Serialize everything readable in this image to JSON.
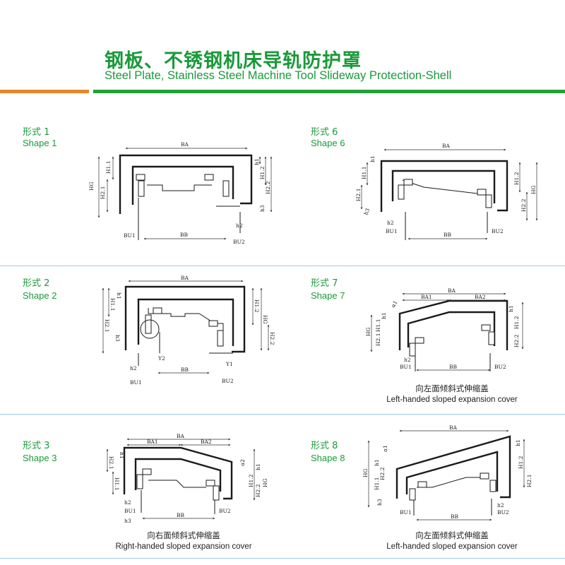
{
  "header": {
    "title_zh": "钢板、不锈钢机床导轨防护罩",
    "title_en": "Steel Plate, Stainless Steel Machine Tool Slideway Protection-Shell"
  },
  "colors": {
    "accent_green": "#22a13a",
    "accent_orange": "#e8862a",
    "divider_blue": "#9ecbea"
  },
  "shapes": [
    {
      "zh": "形式 1",
      "en": "Shape 1"
    },
    {
      "zh": "形式 6",
      "en": "Shape 6"
    },
    {
      "zh": "形式 2",
      "en": "Shape 2"
    },
    {
      "zh": "形式 7",
      "en": "Shape 7",
      "caption_zh": "向左面倾斜式伸缩盖",
      "caption_en": "Left-handed sloped expansion cover"
    },
    {
      "zh": "形式 3",
      "en": "Shape 3",
      "caption_zh": "向右面倾斜式伸缩盖",
      "caption_en": "Right-handed sloped expansion cover"
    },
    {
      "zh": "形式 8",
      "en": "Shape 8",
      "caption_zh": "向左面倾斜式伸缩盖",
      "caption_en": "Left-handed sloped expansion cover"
    }
  ],
  "dims": {
    "ba": "BA",
    "ba1": "BA1",
    "ba2": "BA2",
    "bb": "BB",
    "bu1": "BU1",
    "bu2": "BU2",
    "hg": "HG",
    "h11": "H1.1",
    "h12": "H1.2",
    "h21": "H2.1",
    "h22": "H2.2",
    "h1": "h1",
    "h2": "h2",
    "h3": "h3",
    "y1": "Y1",
    "y2": "Y2",
    "a1": "α1",
    "a2": "α2"
  }
}
